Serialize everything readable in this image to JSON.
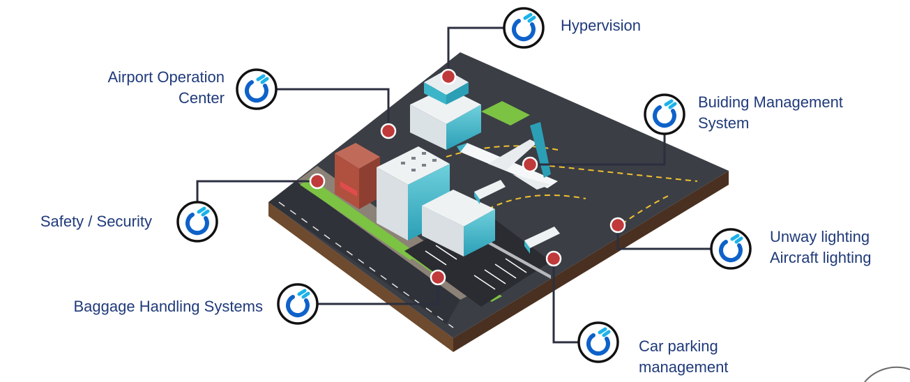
{
  "diagram": {
    "nodes": [
      {
        "id": "hypervision",
        "lines": [
          "Hypervision"
        ]
      },
      {
        "id": "airport-operation-center",
        "lines": [
          "Airport Operation",
          "Center"
        ]
      },
      {
        "id": "building-management-system",
        "lines": [
          "Buiding Management",
          "System"
        ]
      },
      {
        "id": "safety-security",
        "lines": [
          "Safety / Security"
        ]
      },
      {
        "id": "runway-aircraft-lighting",
        "lines": [
          "Unway lighting",
          "Aircraft lighting"
        ]
      },
      {
        "id": "baggage-handling-systems",
        "lines": [
          "Baggage Handling Systems"
        ]
      },
      {
        "id": "car-parking-management",
        "lines": [
          "Car parking",
          "management"
        ]
      }
    ],
    "icon": "brand-logo-icon",
    "colors": {
      "text": "#1f3a7a",
      "connector": "#2b2f3f",
      "marker": "#c0393b",
      "icon_primary": "#0e62c9",
      "icon_secondary": "#1cb2e9",
      "ground": "#3b3e45",
      "grass": "#7cc243",
      "building": "#d9e1e4",
      "glass": "#3db5c8"
    }
  }
}
